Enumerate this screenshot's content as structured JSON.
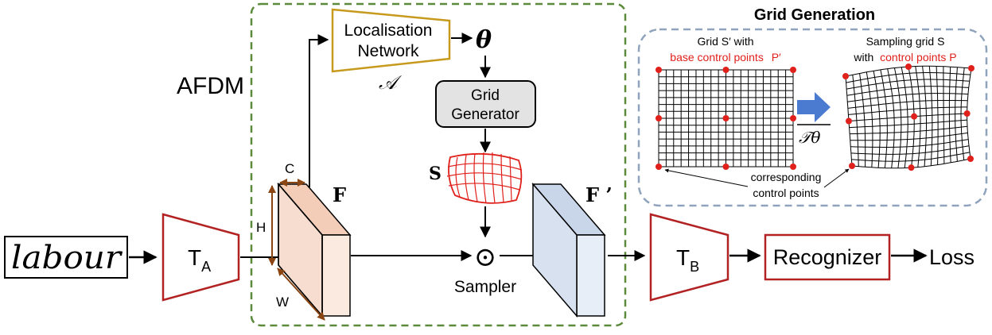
{
  "afdm": {
    "label": "AFDM"
  },
  "loc_net": {
    "line1": "Localisation",
    "line2": "Network",
    "symbol": "𝒜"
  },
  "theta": {
    "label": "θ"
  },
  "grid_generator": {
    "line1": "Grid",
    "line2": "Generator"
  },
  "sampling_grid": {
    "label": "S"
  },
  "input_image": {
    "word": "labour"
  },
  "ta": {
    "base": "T",
    "sub": "A"
  },
  "tb": {
    "base": "T",
    "sub": "B"
  },
  "feature_f": {
    "label": "F",
    "c": "C",
    "h": "H",
    "w": "W"
  },
  "feature_fprime": {
    "label": "F ’"
  },
  "sampler": {
    "symbol": "⊙",
    "label": "Sampler"
  },
  "recognizer": {
    "label": "Recognizer"
  },
  "loss": {
    "label": "Loss"
  },
  "grid_generation": {
    "title": "Grid Generation",
    "left_line1": "Grid S′ with",
    "left_line2_a": "base control points",
    "left_line2_b": "P′",
    "right_line1": "Sampling grid S",
    "right_line2_a": "with",
    "right_line2_b": "control points P",
    "transform": "𝒯θ",
    "corr_line1": "corresponding",
    "corr_line2": "control points"
  },
  "colors": {
    "afdm_border": "#5a8a3a",
    "loc_net_border": "#c79a1e",
    "red": "#b22222",
    "control_point": "#e0201b",
    "grid_box_border": "#8fa3bd",
    "arrow_blue": "#4a7bd0",
    "brown": "#8b4513",
    "f_front": "#f6ddcf",
    "f_side": "#fbeadf",
    "fprime_front": "#d7e1ef",
    "fprime_side": "#e8eef7"
  }
}
